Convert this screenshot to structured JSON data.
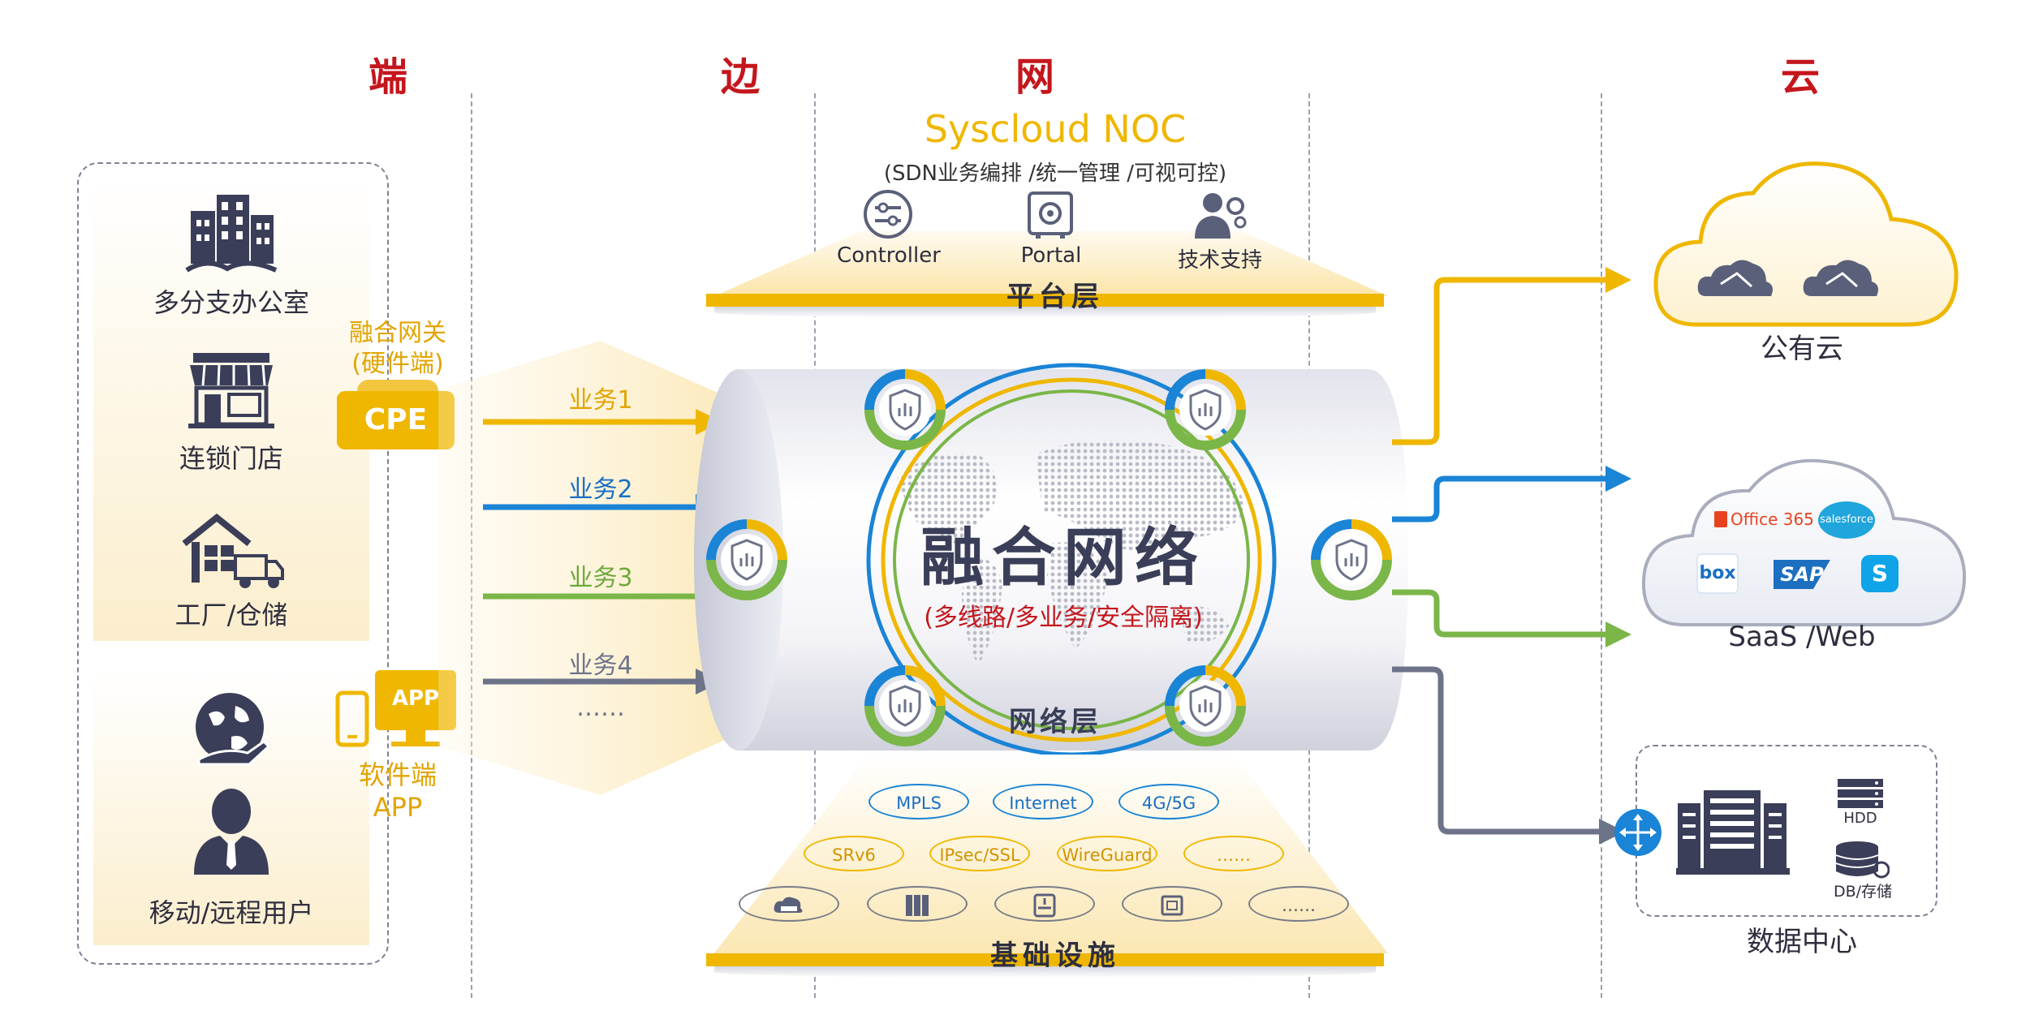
{
  "columns": {
    "end": "端",
    "edge": "边",
    "net": "网",
    "cloud": "云"
  },
  "left": {
    "branch_office": "多分支办公室",
    "chain_store": "连锁门店",
    "factory": "工厂/仓储",
    "mobile_user": "移动/远程用户",
    "gateway_line1": "融合网关",
    "gateway_line2": "(硬件端)",
    "cpe": "CPE",
    "app_badge": "APP",
    "software_line1": "软件端",
    "software_line2": "APP"
  },
  "noc": {
    "title": "Syscloud NOC",
    "subtitle": "(SDN业务编排 /统一管理 /可视可控)",
    "controller": "Controller",
    "portal": "Portal",
    "support": "技术支持",
    "platform_layer": "平台层"
  },
  "services": [
    "业务1",
    "业务2",
    "业务3",
    "业务4",
    "……"
  ],
  "network": {
    "title": "融合网络",
    "subtitle": "(多线路/多业务/安全隔离)",
    "layer": "网络层"
  },
  "infra": {
    "row1": [
      "MPLS",
      "Internet",
      "4G/5G"
    ],
    "row2": [
      "SRv6",
      "IPsec/SSL",
      "WireGuard",
      "……"
    ],
    "row3_more": "……",
    "layer": "基础设施"
  },
  "cloud": {
    "public": "公有云",
    "saas": "SaaS /Web",
    "office365": "Office 365",
    "salesforce": "salesforce",
    "box": "box",
    "sap": "SAP",
    "skype": "S",
    "hdd": "HDD",
    "db": "DB/存储",
    "datacenter": "数据中心"
  },
  "colors": {
    "red": "#c4161c",
    "gold": "#efb700",
    "blue": "#1a84d6",
    "green": "#7ab648",
    "slate": "#6d7389",
    "navy": "#3b3e58"
  }
}
